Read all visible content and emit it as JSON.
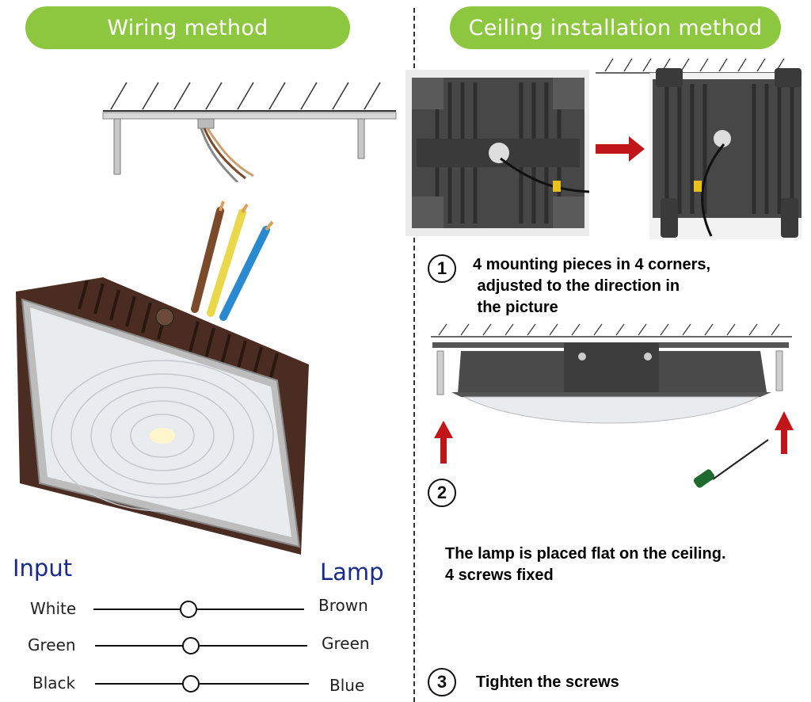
{
  "headers": {
    "wiring_method": "Wiring method",
    "ceiling_installation_method": "Ceiling installation method"
  },
  "steps": [
    {
      "number": "1",
      "lines": [
        "4 mounting pieces in 4 corners,",
        " adjusted to the direction in",
        " the picture"
      ]
    },
    {
      "number": "2",
      "lines": [
        "The lamp is placed flat on the ceiling.",
        "4 screws fixed"
      ]
    },
    {
      "number": "3",
      "lines": [
        "Tighten the screws"
      ]
    }
  ],
  "wiring_table": {
    "input_header": "Input",
    "lamp_header": "Lamp",
    "rows": [
      {
        "input": "White",
        "lamp": "Brown"
      },
      {
        "input": "Green",
        "lamp": "Green"
      },
      {
        "input": "Black",
        "lamp": "Blue"
      }
    ]
  },
  "colors": {
    "pill_green": "#8dc63f",
    "header_blue": "#1a2a8a",
    "arrow_red": "#c0161a",
    "housing_brown": "#4a2c22",
    "heatsink_dark": "#3a3a3a",
    "wire_brown": "#7a4a2a",
    "wire_yellow": "#e8d84a",
    "wire_blue": "#2a8ad0"
  }
}
